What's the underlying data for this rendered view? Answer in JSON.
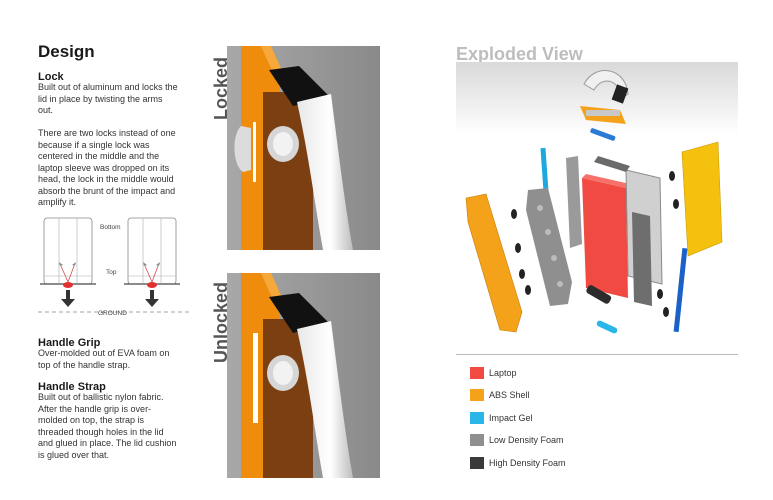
{
  "design": {
    "title": "Design",
    "lock": {
      "heading": "Lock",
      "para1": "Built out of aluminum and locks the lid in place by twisting the arms out.",
      "para2": "There are two locks instead of one because if a single lock was centered in the middle and the laptop sleeve was dropped on its head, the lock in the middle would absorb the brunt of the impact and amplify it."
    },
    "diagram": {
      "bottom": "Bottom",
      "top": "Top",
      "ground": "GROUND"
    },
    "handle_grip": {
      "heading": "Handle Grip",
      "text": "Over-molded out of EVA foam on top of the handle strap."
    },
    "handle_strap": {
      "heading": "Handle Strap",
      "text": "Built out of ballistic nylon fabric. After the handle grip is over-molded on top, the strap is threaded though holes in the lid and glued in place.  The lid cushion is glued over that."
    }
  },
  "renders": {
    "locked": "Locked",
    "unlocked": "Unlocked"
  },
  "exploded": {
    "title": "Exploded View",
    "legend": [
      {
        "label": "Laptop",
        "color": "#f04a42"
      },
      {
        "label": "ABS Shell",
        "color": "#f5a21b"
      },
      {
        "label": "Impact Gel",
        "color": "#2bb6ea"
      },
      {
        "label": "Low Density Foam",
        "color": "#8f8f8f"
      },
      {
        "label": "High Density Foam",
        "color": "#3a3a3a"
      }
    ]
  }
}
